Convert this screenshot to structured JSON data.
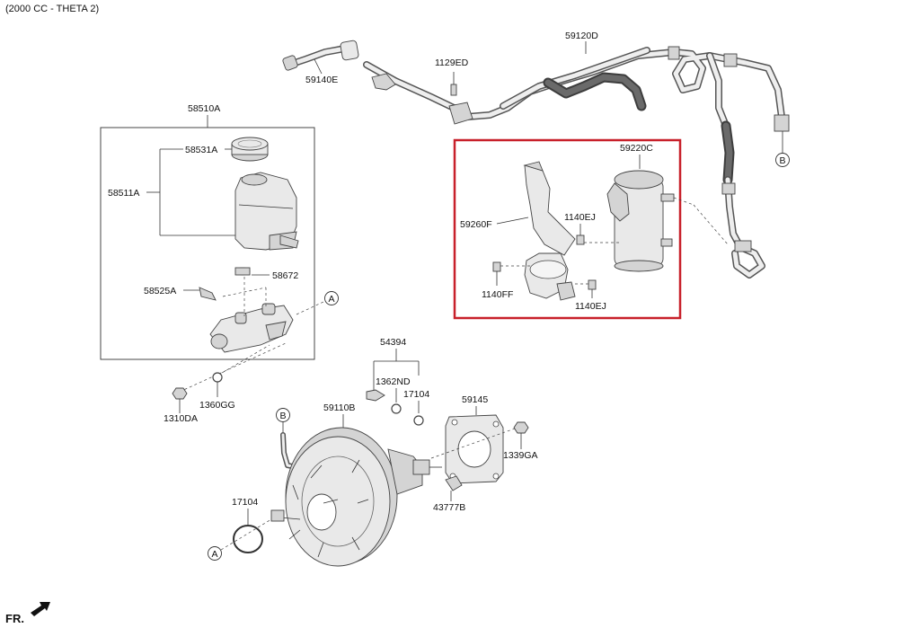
{
  "header": {
    "engine_label": "(2000 CC - THETA 2)"
  },
  "footer": {
    "direction_label": "FR."
  },
  "highlight": {
    "color": "#c8202a"
  },
  "parts": {
    "p59120D": "59120D",
    "p1129ED": "1129ED",
    "p59140E": "59140E",
    "p58510A": "58510A",
    "p58531A": "58531A",
    "p58511A": "58511A",
    "p58672": "58672",
    "p58525A": "58525A",
    "p1360GG": "1360GG",
    "p1310DA": "1310DA",
    "p59220C": "59220C",
    "p59260F": "59260F",
    "p1140EJ_top": "1140EJ",
    "p1140FF": "1140FF",
    "p1140EJ_bottom": "1140EJ",
    "p54394": "54394",
    "p1362ND": "1362ND",
    "p17104_top": "17104",
    "p59145": "59145",
    "p1339GA": "1339GA",
    "p59110B": "59110B",
    "p17104_bottom": "17104",
    "p43777B": "43777B"
  },
  "refs": {
    "a1": "A",
    "a2": "A",
    "b1": "B",
    "b2": "B"
  }
}
